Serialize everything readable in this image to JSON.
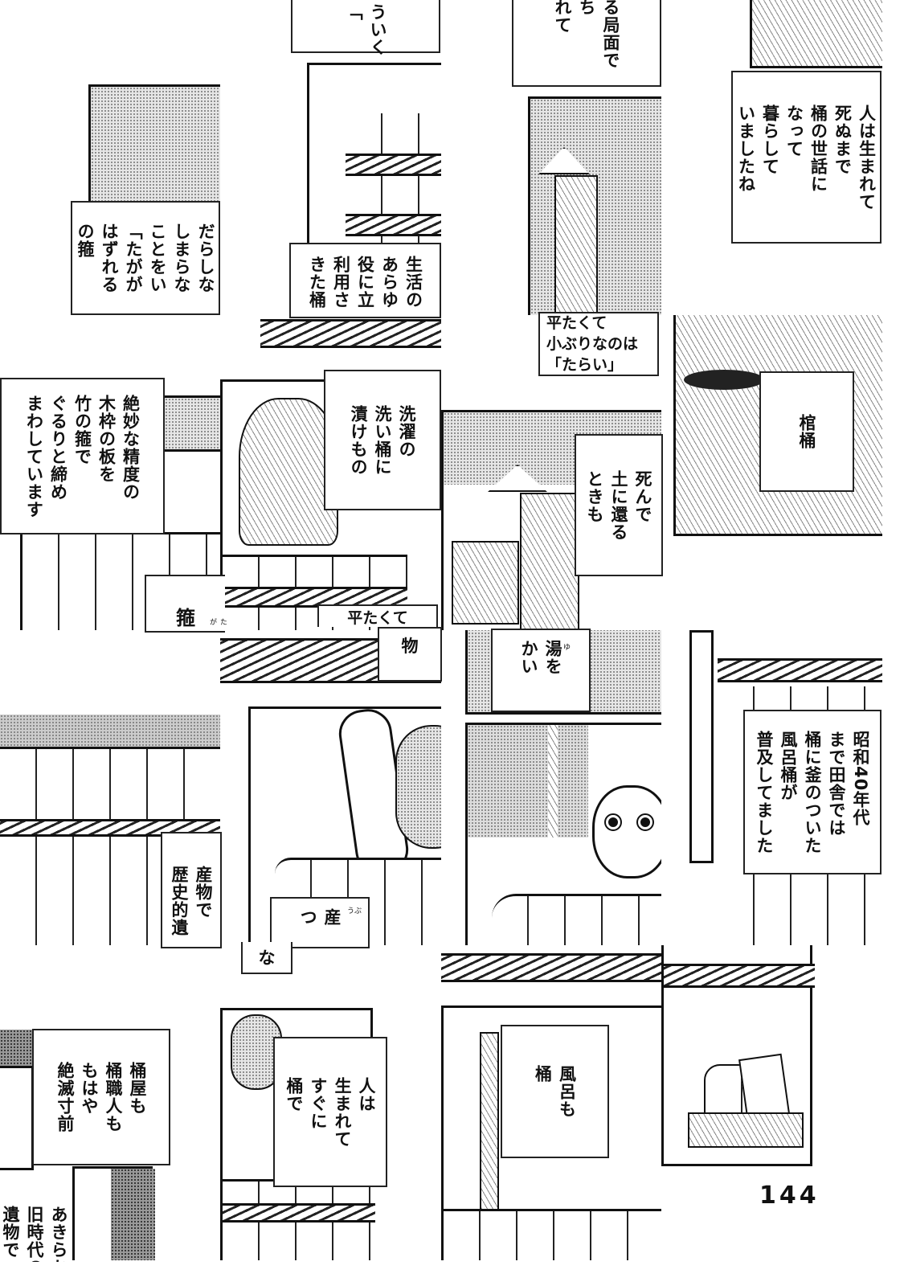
{
  "bubbles": {
    "b_tag": [
      "だらしな",
      "しまらな",
      "ことをい",
      "「たがが",
      "はずれる",
      "の箍"
    ],
    "b_top1": [
      "ういく",
      "「"
    ],
    "b_life": [
      "生活の",
      "あらゆ",
      "役に立",
      "利用さ",
      "きた桶"
    ],
    "b_top2": [
      "る局面で",
      "ち",
      "れて"
    ],
    "b_born": [
      "人は生まれて",
      "死ぬまで",
      "桶の世話に",
      "なって",
      "暮らして",
      "いましたね"
    ],
    "b_precise": [
      "絶妙な精度の",
      "木枠の板を",
      "竹の箍で",
      "ぐるりと締め",
      "まわしています"
    ],
    "b_taga": "箍",
    "b_taga_ruby": "たが",
    "b_laundry": [
      "洗濯の",
      "洗い桶に",
      "漬けもの"
    ],
    "b_flat_partial": "平たくて",
    "b_mono": "物",
    "b_tarai": [
      "平たくて",
      "小ぶりなのは",
      "「たらい」"
    ],
    "b_death": [
      "死んで",
      "土に還る",
      "ときも"
    ],
    "b_coffin": [
      "棺桶"
    ],
    "b_heritage": [
      "産物で",
      "歴史的遺"
    ],
    "b_ubu": "産",
    "b_ubu_ruby": "うぶ",
    "b_tsu": "つ",
    "b_yu": [
      "湯を",
      "かい"
    ],
    "b_yu_ruby": "ゆ",
    "b_showa": [
      "昭和40年代",
      "まで田舎では",
      "桶に釜のついた",
      "風呂桶が",
      "普及してました"
    ],
    "b_extinct": [
      "桶屋も",
      "桶職人も",
      "もはや",
      "絶滅寸前"
    ],
    "b_relic": [
      "あきらかな",
      "旧時代の",
      "遺物で"
    ],
    "b_na": "な",
    "b_baby": [
      "人は",
      "生まれて",
      "すぐに",
      "桶で"
    ],
    "b_bath": [
      "風呂も",
      "桶"
    ]
  },
  "page_number": "144"
}
